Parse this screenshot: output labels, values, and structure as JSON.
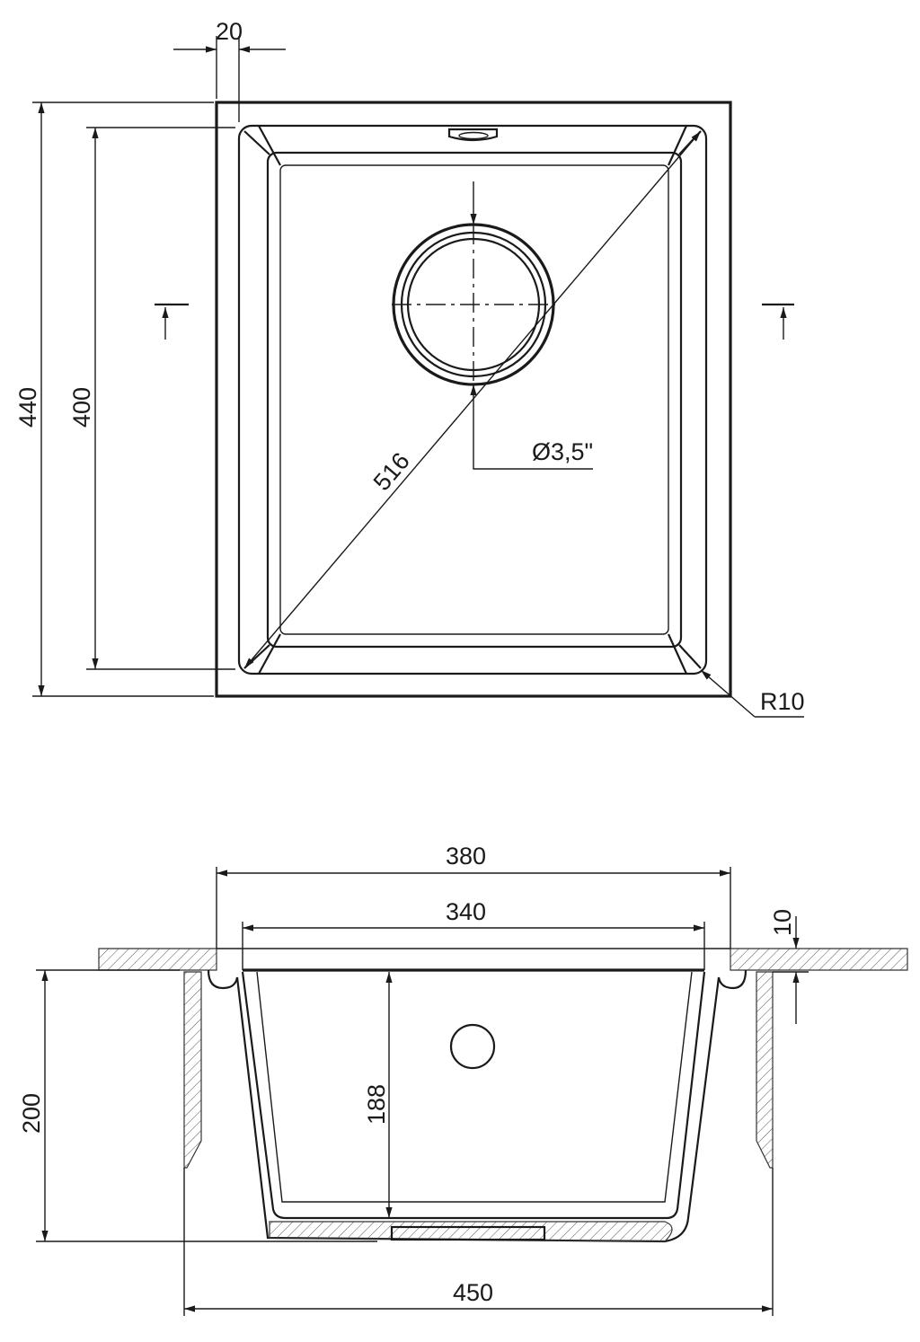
{
  "top_view": {
    "dim_rim_width": "20",
    "dim_outer_height": "440",
    "dim_inner_height": "400",
    "dim_diagonal": "516",
    "dim_drain": "Ø3,5\"",
    "dim_radius": "R10"
  },
  "side_view": {
    "dim_outer_width": "380",
    "dim_inner_width": "340",
    "dim_counter_thickness": "10",
    "dim_total_depth": "200",
    "dim_bowl_depth": "188",
    "dim_cabinet_width": "450"
  }
}
